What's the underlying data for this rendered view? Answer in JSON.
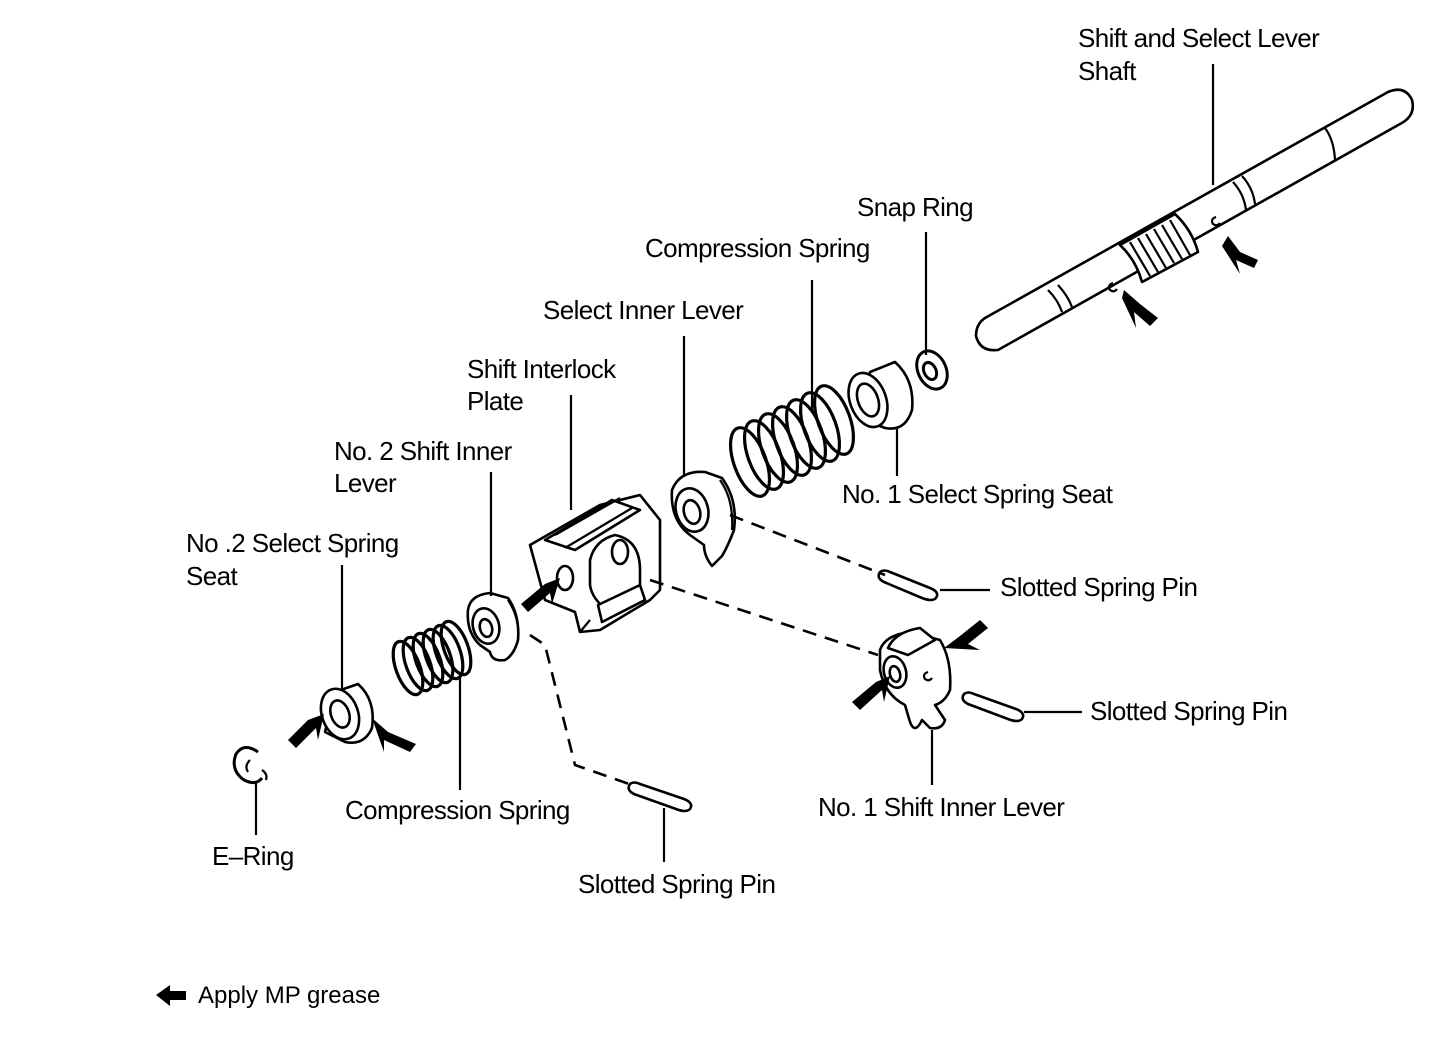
{
  "labels": {
    "shaft_line1": "Shift and Select Lever",
    "shaft_line2": "Shaft",
    "snap_ring": "Snap Ring",
    "compression_spring_top": "Compression Spring",
    "select_inner_lever": "Select Inner Lever",
    "interlock_line1": "Shift Interlock",
    "interlock_line2": "Plate",
    "no2_shift_line1": "No. 2 Shift Inner",
    "no2_shift_line2": "Lever",
    "no2_seat_line1": "No .2 Select Spring",
    "no2_seat_line2": "Seat",
    "no1_seat": "No. 1 Select Spring Seat",
    "slotted_pin_1": "Slotted Spring Pin",
    "slotted_pin_2": "Slotted Spring Pin",
    "slotted_pin_3": "Slotted Spring Pin",
    "compression_spring_bottom": "Compression Spring",
    "e_ring": "E–Ring",
    "no1_shift": "No. 1 Shift Inner Lever"
  },
  "legend": {
    "text": "Apply MP grease"
  }
}
